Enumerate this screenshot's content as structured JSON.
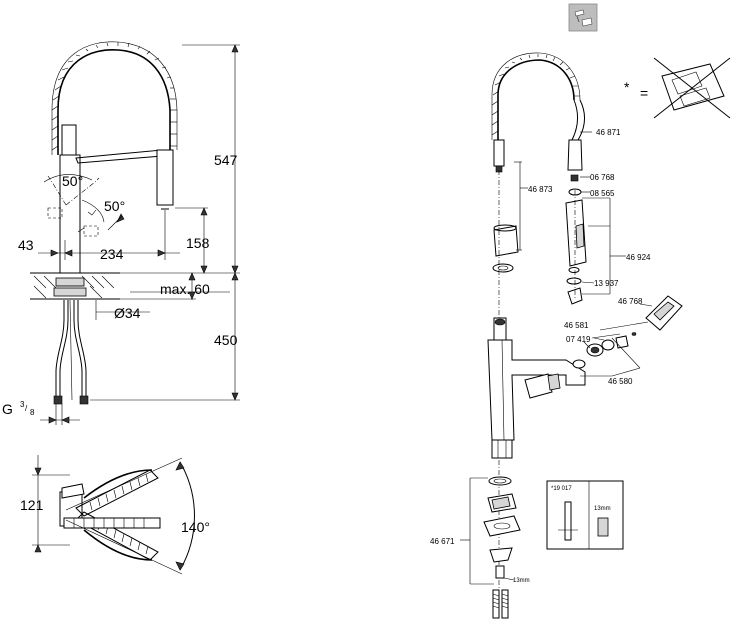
{
  "dimensions": {
    "height_total": "547",
    "angle_spout": "50°",
    "angle_lever": "50°",
    "offset_left": "43",
    "reach": "234",
    "height_spout": "158",
    "max_thickness": "max. 60",
    "hole_diameter": "Ø34",
    "hose_length": "450",
    "thread": "G",
    "thread_num": "3",
    "thread_den": "8",
    "swivel_depth": "121",
    "swivel_angle": "140°"
  },
  "icon_box": {
    "icon": "faucet-hand-icon"
  },
  "parts": {
    "p46871": "46 871",
    "p06768": "06 768",
    "p08565": "08 565",
    "p46873": "46 873",
    "p46924": "46 924",
    "p13937": "13 937",
    "p46768": "46 768",
    "p46581": "46 581",
    "p07419": "07 419",
    "p46580": "46 580",
    "p46671": "46 671",
    "tool_ref": "*19 017",
    "tool_size": "13mm",
    "nut_size": "13mm"
  },
  "legend": {
    "asterisk": "*",
    "equals": "="
  }
}
